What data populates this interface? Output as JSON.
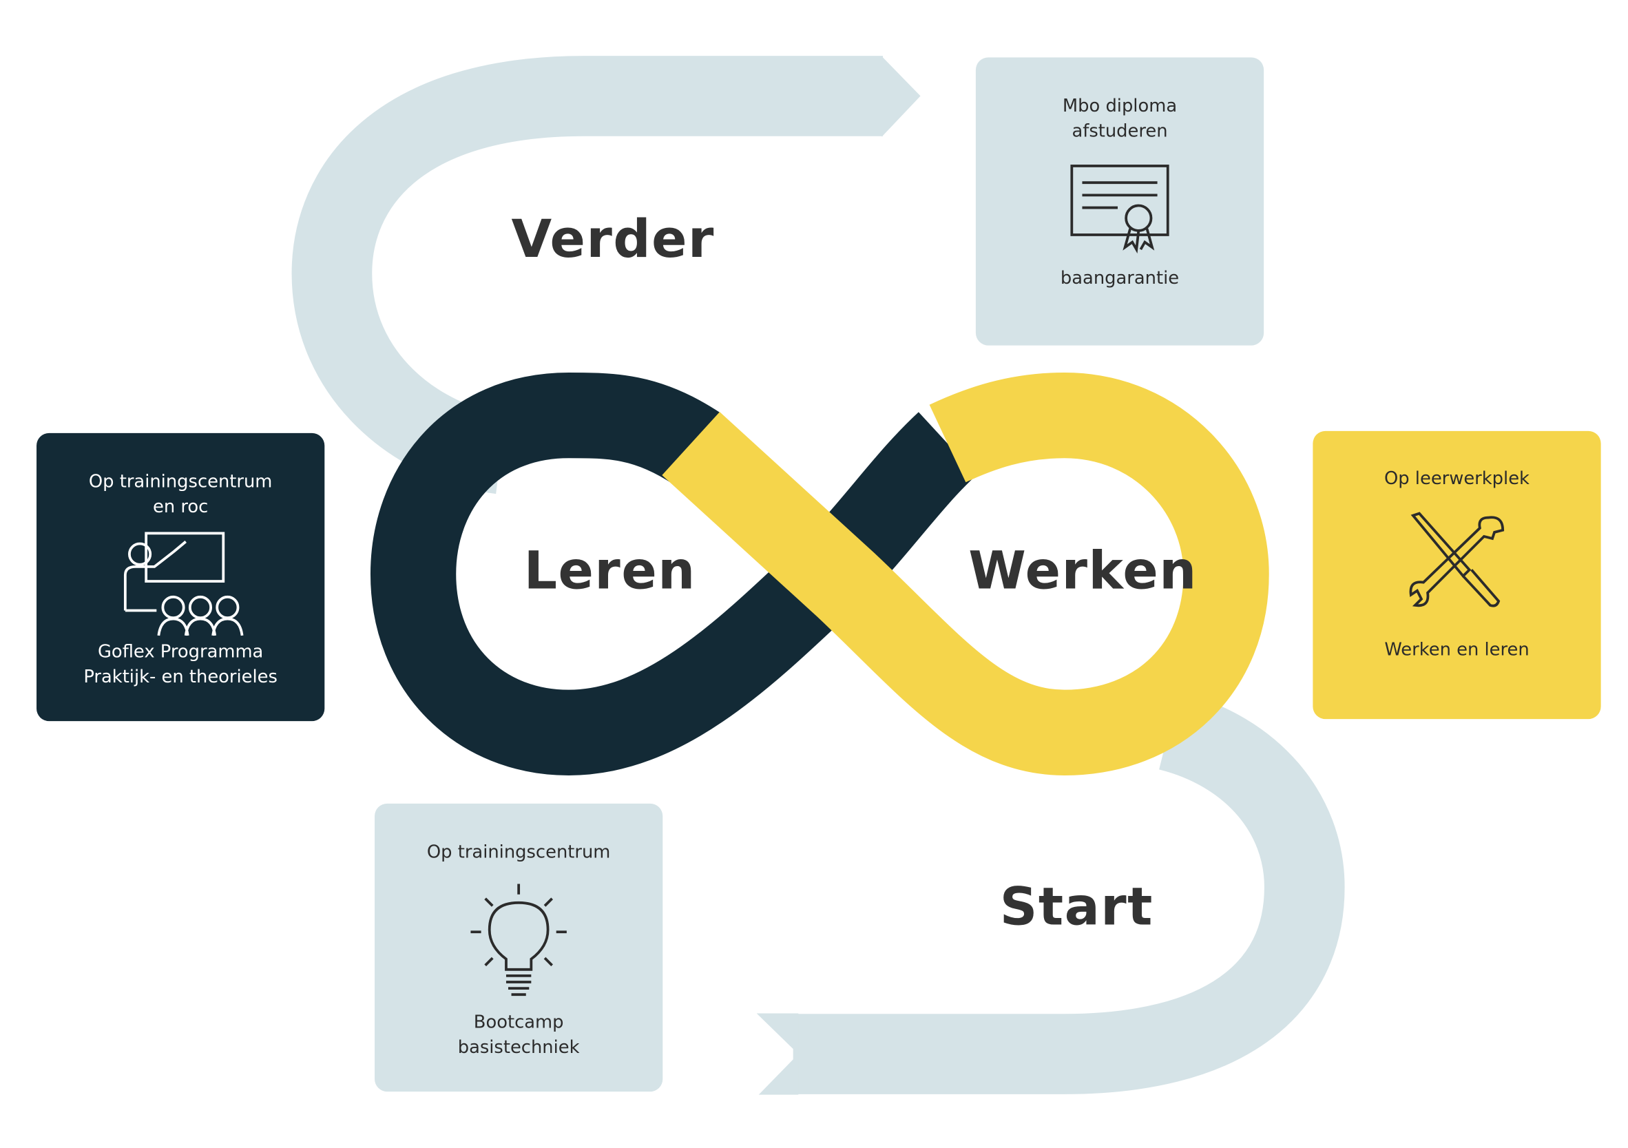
{
  "colors": {
    "path": "#d5e3e7",
    "dark": "#132a36",
    "yellow": "#f5d54b",
    "text": "#333333"
  },
  "labels": {
    "verder": "Verder",
    "leren": "Leren",
    "werken": "Werken",
    "start": "Start"
  },
  "boxes": {
    "diploma": {
      "top": "Mbo diploma afstuderen",
      "bottom": "baangarantie",
      "icon": "certificate-icon"
    },
    "training": {
      "top": "Op trainingscentrum en roc",
      "bottom": "Goflex Programma Praktijk- en theorieles",
      "icon": "classroom-teacher-icon"
    },
    "workplace": {
      "top": "Op leerwerkplek",
      "bottom": "Werken en leren",
      "icon": "tools-icon"
    },
    "bootcamp": {
      "top": "Op trainingscentrum",
      "bottom": "Bootcamp basistechniek",
      "icon": "lightbulb-icon"
    }
  }
}
